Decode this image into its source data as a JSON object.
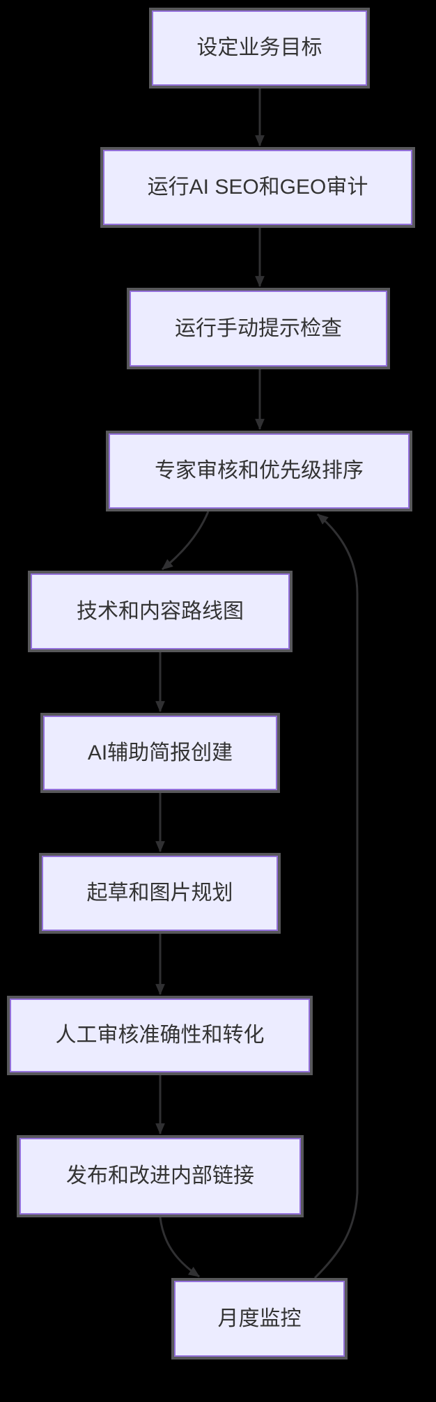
{
  "diagram": {
    "type": "flowchart",
    "direction": "top-down",
    "background": "#000000",
    "node_fill": "#ECECFF",
    "node_border": "#9370DB",
    "node_outline": "#58585B",
    "edge_color": "#303032",
    "text_color": "#333333"
  },
  "nodes": [
    {
      "id": "A",
      "label": "设定业务目标"
    },
    {
      "id": "B",
      "label": "运行AI SEO和GEO审计"
    },
    {
      "id": "C",
      "label": "运行手动提示检查"
    },
    {
      "id": "D",
      "label": "专家审核和优先级排序"
    },
    {
      "id": "E",
      "label": "技术和内容路线图"
    },
    {
      "id": "F",
      "label": "AI辅助简报创建"
    },
    {
      "id": "G",
      "label": "起草和图片规划"
    },
    {
      "id": "H",
      "label": "人工审核准确性和转化"
    },
    {
      "id": "I",
      "label": "发布和改进内部链接"
    },
    {
      "id": "J",
      "label": "月度监控"
    }
  ],
  "edges": [
    {
      "from": "A",
      "to": "B"
    },
    {
      "from": "B",
      "to": "C"
    },
    {
      "from": "C",
      "to": "D"
    },
    {
      "from": "D",
      "to": "E"
    },
    {
      "from": "E",
      "to": "F"
    },
    {
      "from": "F",
      "to": "G"
    },
    {
      "from": "G",
      "to": "H"
    },
    {
      "from": "H",
      "to": "I"
    },
    {
      "from": "I",
      "to": "J"
    },
    {
      "from": "J",
      "to": "D"
    }
  ]
}
